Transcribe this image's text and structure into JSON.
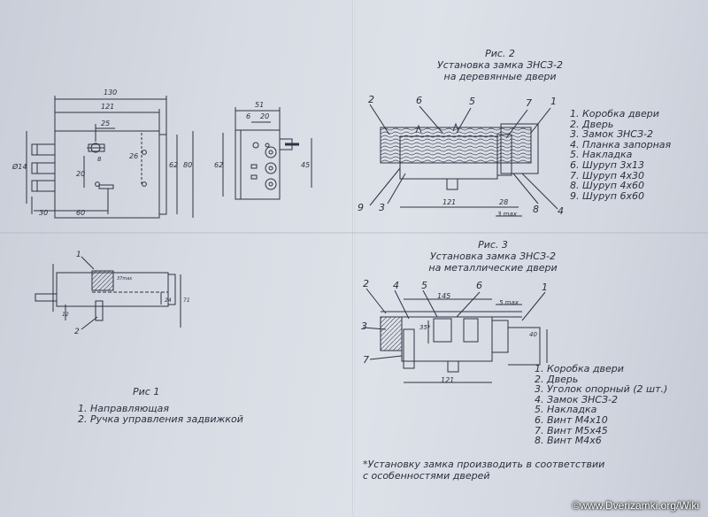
{
  "fig1": {
    "caption": "Рис 1",
    "legend": [
      "1. Направляющая",
      "2. Ручка управления задвижкой"
    ],
    "dims": {
      "d130": "130",
      "d121": "121",
      "d25": "25",
      "d26": "26",
      "d62": "62",
      "d80": "80",
      "d14": "Ø14",
      "d20": "20",
      "d8": "8",
      "d30": "30",
      "d60": "60",
      "d51": "51",
      "d6": "6",
      "d20b": "20",
      "d62b": "62",
      "d45": "45",
      "d37": "37max",
      "d24": "24",
      "d71": "71",
      "d12": "12",
      "n1": "1",
      "n2": "2"
    }
  },
  "fig2": {
    "caption": "Рис. 2",
    "title_line1": "Установка замка ЗНСЗ-2",
    "title_line2": "на деревянные двери",
    "legend": [
      "1. Коробка двери",
      "2. Дверь",
      "3. Замок ЗНСЗ-2",
      "4. Планка запорная",
      "5. Накладка",
      "6. Шуруп 3х13",
      "7. Шуруп 4х30",
      "8. Шуруп 4х60",
      "9. Шуруп 6х60"
    ],
    "dims": {
      "d121": "121",
      "d28": "28",
      "d3max": "3 max",
      "n1": "1",
      "n2": "2",
      "n3": "3",
      "n4": "4",
      "n5": "5",
      "n6": "6",
      "n7": "7",
      "n8": "8",
      "n9": "9"
    }
  },
  "fig3": {
    "caption": "Рис. 3",
    "title_line1": "Установка замка ЗНСЗ-2",
    "title_line2": "на металлические двери",
    "legend": [
      "1. Коробка двери",
      "2. Дверь",
      "3. Уголок опорный (2 шт.)",
      "4. Замок ЗНСЗ-2",
      "5. Накладка",
      "6. Винт М4х10",
      "7. Винт М5х45",
      "8. Винт М4х6"
    ],
    "dims": {
      "d145": "145",
      "d5max": "5 max",
      "d35": "35*",
      "d40": "40",
      "d121": "121",
      "n1": "1",
      "n2": "2",
      "n3": "3",
      "n4": "4",
      "n5": "5",
      "n6": "6",
      "n7": "7"
    }
  },
  "note_line1": "*Установку замка производить в соответствии",
  "note_line2": "с особенностями дверей",
  "watermark": "©www.Dverizamki.org/Wiki"
}
